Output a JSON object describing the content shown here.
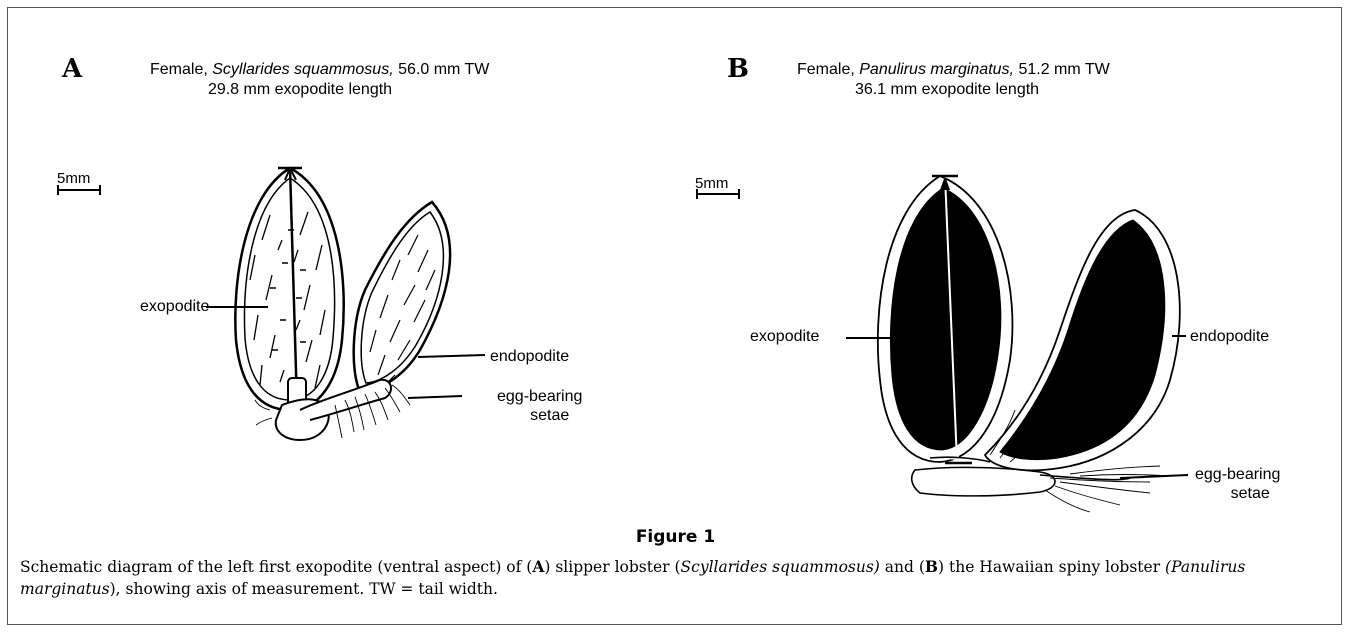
{
  "panel_a": {
    "letter": "A",
    "title_prefix": "Female, ",
    "species": "Scyllarides squammosus,",
    "title_suffix": " 56.0 mm TW",
    "subtitle": "29.8 mm exopodite length",
    "scale_label": "5mm",
    "labels": {
      "exopodite": "exopodite",
      "endopodite": "endopodite",
      "setae_line1": "egg-bearing",
      "setae_line2": "setae"
    }
  },
  "panel_b": {
    "letter": "B",
    "title_prefix": "Female, ",
    "species": "Panulirus marginatus,",
    "title_suffix": " 51.2 mm TW",
    "subtitle": "36.1 mm exopodite length",
    "scale_label": "5mm",
    "labels": {
      "exopodite": "exopodite",
      "endopodite": "endopodite",
      "setae_line1": "egg-bearing",
      "setae_line2": "setae"
    }
  },
  "figure": {
    "title": "Figure 1",
    "caption_1": "Schematic diagram of the left first exopodite (ventral aspect) of (",
    "caption_a": "A",
    "caption_2": ") slipper lobster (",
    "caption_sp1": "Scyllarides squammosus)",
    "caption_3": " and (",
    "caption_b": "B",
    "caption_4": ") the Hawaiian spiny lobster ",
    "caption_sp2": "(Panulirus marginatus",
    "caption_5": "), showing axis of measurement. TW = tail width."
  }
}
